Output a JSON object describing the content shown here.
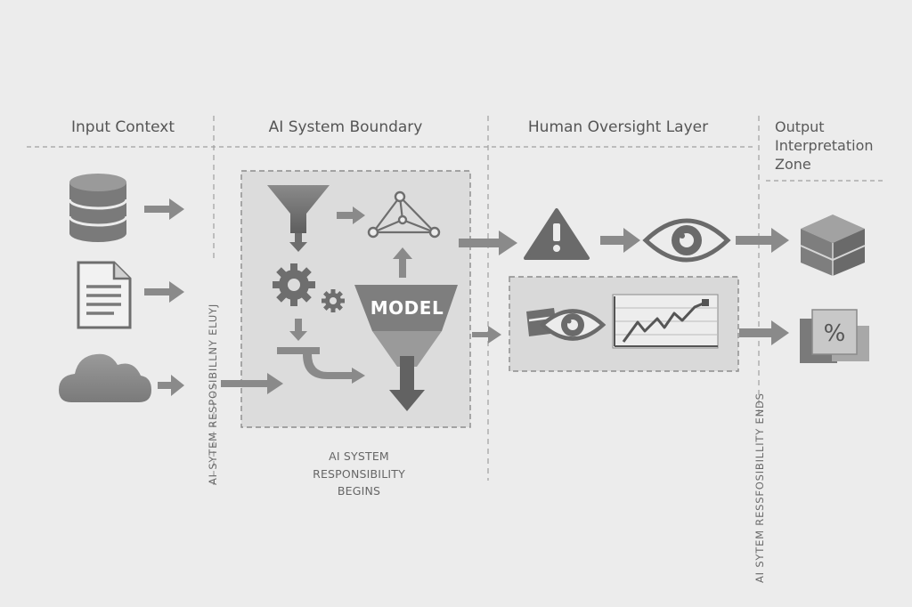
{
  "headers": {
    "input_context": "Input Context",
    "ai_system_boundary": "AI System Boundary",
    "human_oversight_layer": "Human Oversight Layer",
    "output_interpretation_zone": [
      "Output",
      "Interpretation",
      "Zone"
    ]
  },
  "labels": {
    "model": "MODEL",
    "responsibility_begins": [
      "AI SYSTEM",
      "RESPONSIBILITY",
      "BEGINS"
    ],
    "vertical_left": "AI SYTEM RESPOSIBILLNY ELUYJ",
    "vertical_right": "AI SYTEM RESSFOSIBILLITY ENDS",
    "percent_symbol": "%"
  },
  "icons": {
    "inputs": [
      "database-icon",
      "document-icon",
      "cloud-icon"
    ],
    "pipeline": [
      "funnel-icon",
      "gears-icon",
      "network-graph-icon",
      "model-funnel-icon",
      "pipe-icon"
    ],
    "oversight": [
      "warning-icon",
      "eye-icon",
      "tape-icon",
      "line-chart-icon"
    ],
    "outputs": [
      "box-icon",
      "percent-card-icon"
    ]
  },
  "colors": {
    "background": "#ececec",
    "icon_gray": "#6e6e6e",
    "arrow_gray": "#8a8a8a",
    "boundary_fill": "#dcdcdc",
    "dashed_line": "#9a9a9a"
  }
}
